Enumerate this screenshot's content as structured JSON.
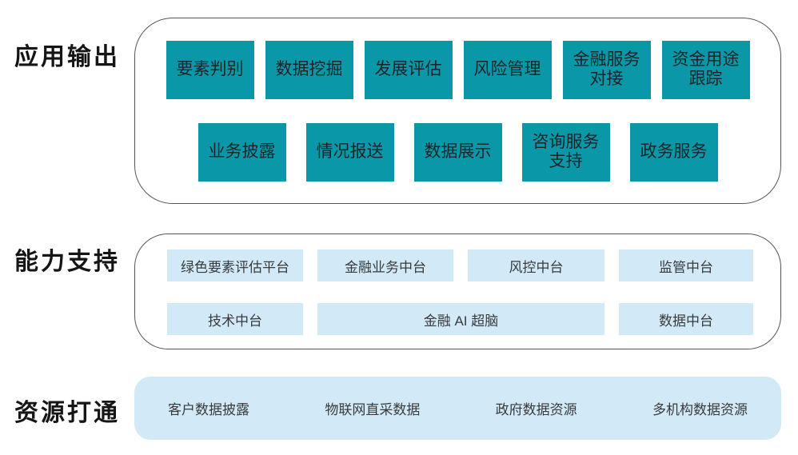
{
  "colors": {
    "teal_box": "#0a98a8",
    "light_blue_box": "#d2eaf8",
    "panel_border": "#555555"
  },
  "app_output": {
    "label": "应用输出",
    "row1": [
      "要素判别",
      "数据挖掘",
      "发展评估",
      "风险管理",
      "金融服务\n对接",
      "资金用途\n跟踪"
    ],
    "row2": [
      "业务披露",
      "情况报送",
      "数据展示",
      "咨询服务\n支持",
      "政务服务"
    ]
  },
  "capability": {
    "label": "能力支持",
    "row1": [
      "绿色要素评估平台",
      "金融业务中台",
      "风控中台",
      "监管中台"
    ],
    "row2": [
      "技术中台",
      "金融 AI 超脑",
      "数据中台"
    ]
  },
  "resources": {
    "label": "资源打通",
    "items": [
      "客户数据披露",
      "物联网直采数据",
      "政府数据资源",
      "多机构数据资源"
    ]
  }
}
